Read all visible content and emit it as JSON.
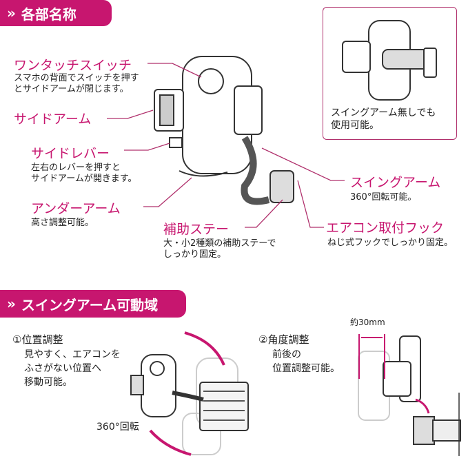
{
  "sections": {
    "parts_title": "各部名称",
    "swing_title": "スイングアーム可動域"
  },
  "parts": {
    "one_touch": {
      "title": "ワンタッチスイッチ",
      "desc": [
        "スマホの背面でスイッチを押す",
        "とサイドアームが閉じます。"
      ]
    },
    "side_arm": {
      "title": "サイドアーム"
    },
    "side_lever": {
      "title": "サイドレバー",
      "desc": [
        "左右のレバーを押すと",
        "サイドアームが開きます。"
      ]
    },
    "under_arm": {
      "title": "アンダーアーム",
      "desc": [
        "高さ調整可能。"
      ]
    },
    "support_stay": {
      "title": "補助ステー",
      "desc": [
        "大・小2種類の補助ステーで",
        "しっかり固定。"
      ]
    },
    "swing_arm": {
      "title": "スイングアーム",
      "desc": [
        "360°回転可能。"
      ]
    },
    "aircon_hook": {
      "title": "エアコン取付フック",
      "desc": [
        "ねじ式フックでしっかり固定。"
      ]
    }
  },
  "inset": {
    "desc": [
      "スイングアーム無しでも",
      "使用可能。"
    ]
  },
  "swing": {
    "position": {
      "title": "①位置調整",
      "desc": [
        "見やすく、エアコンを",
        "ふさがない位置へ",
        "移動可能。"
      ],
      "rotation": "360°回転"
    },
    "angle": {
      "title": "②角度調整",
      "desc": [
        "前後の",
        "位置調整可能。"
      ],
      "distance": "約30mm"
    }
  },
  "colors": {
    "accent": "#c7166f"
  }
}
